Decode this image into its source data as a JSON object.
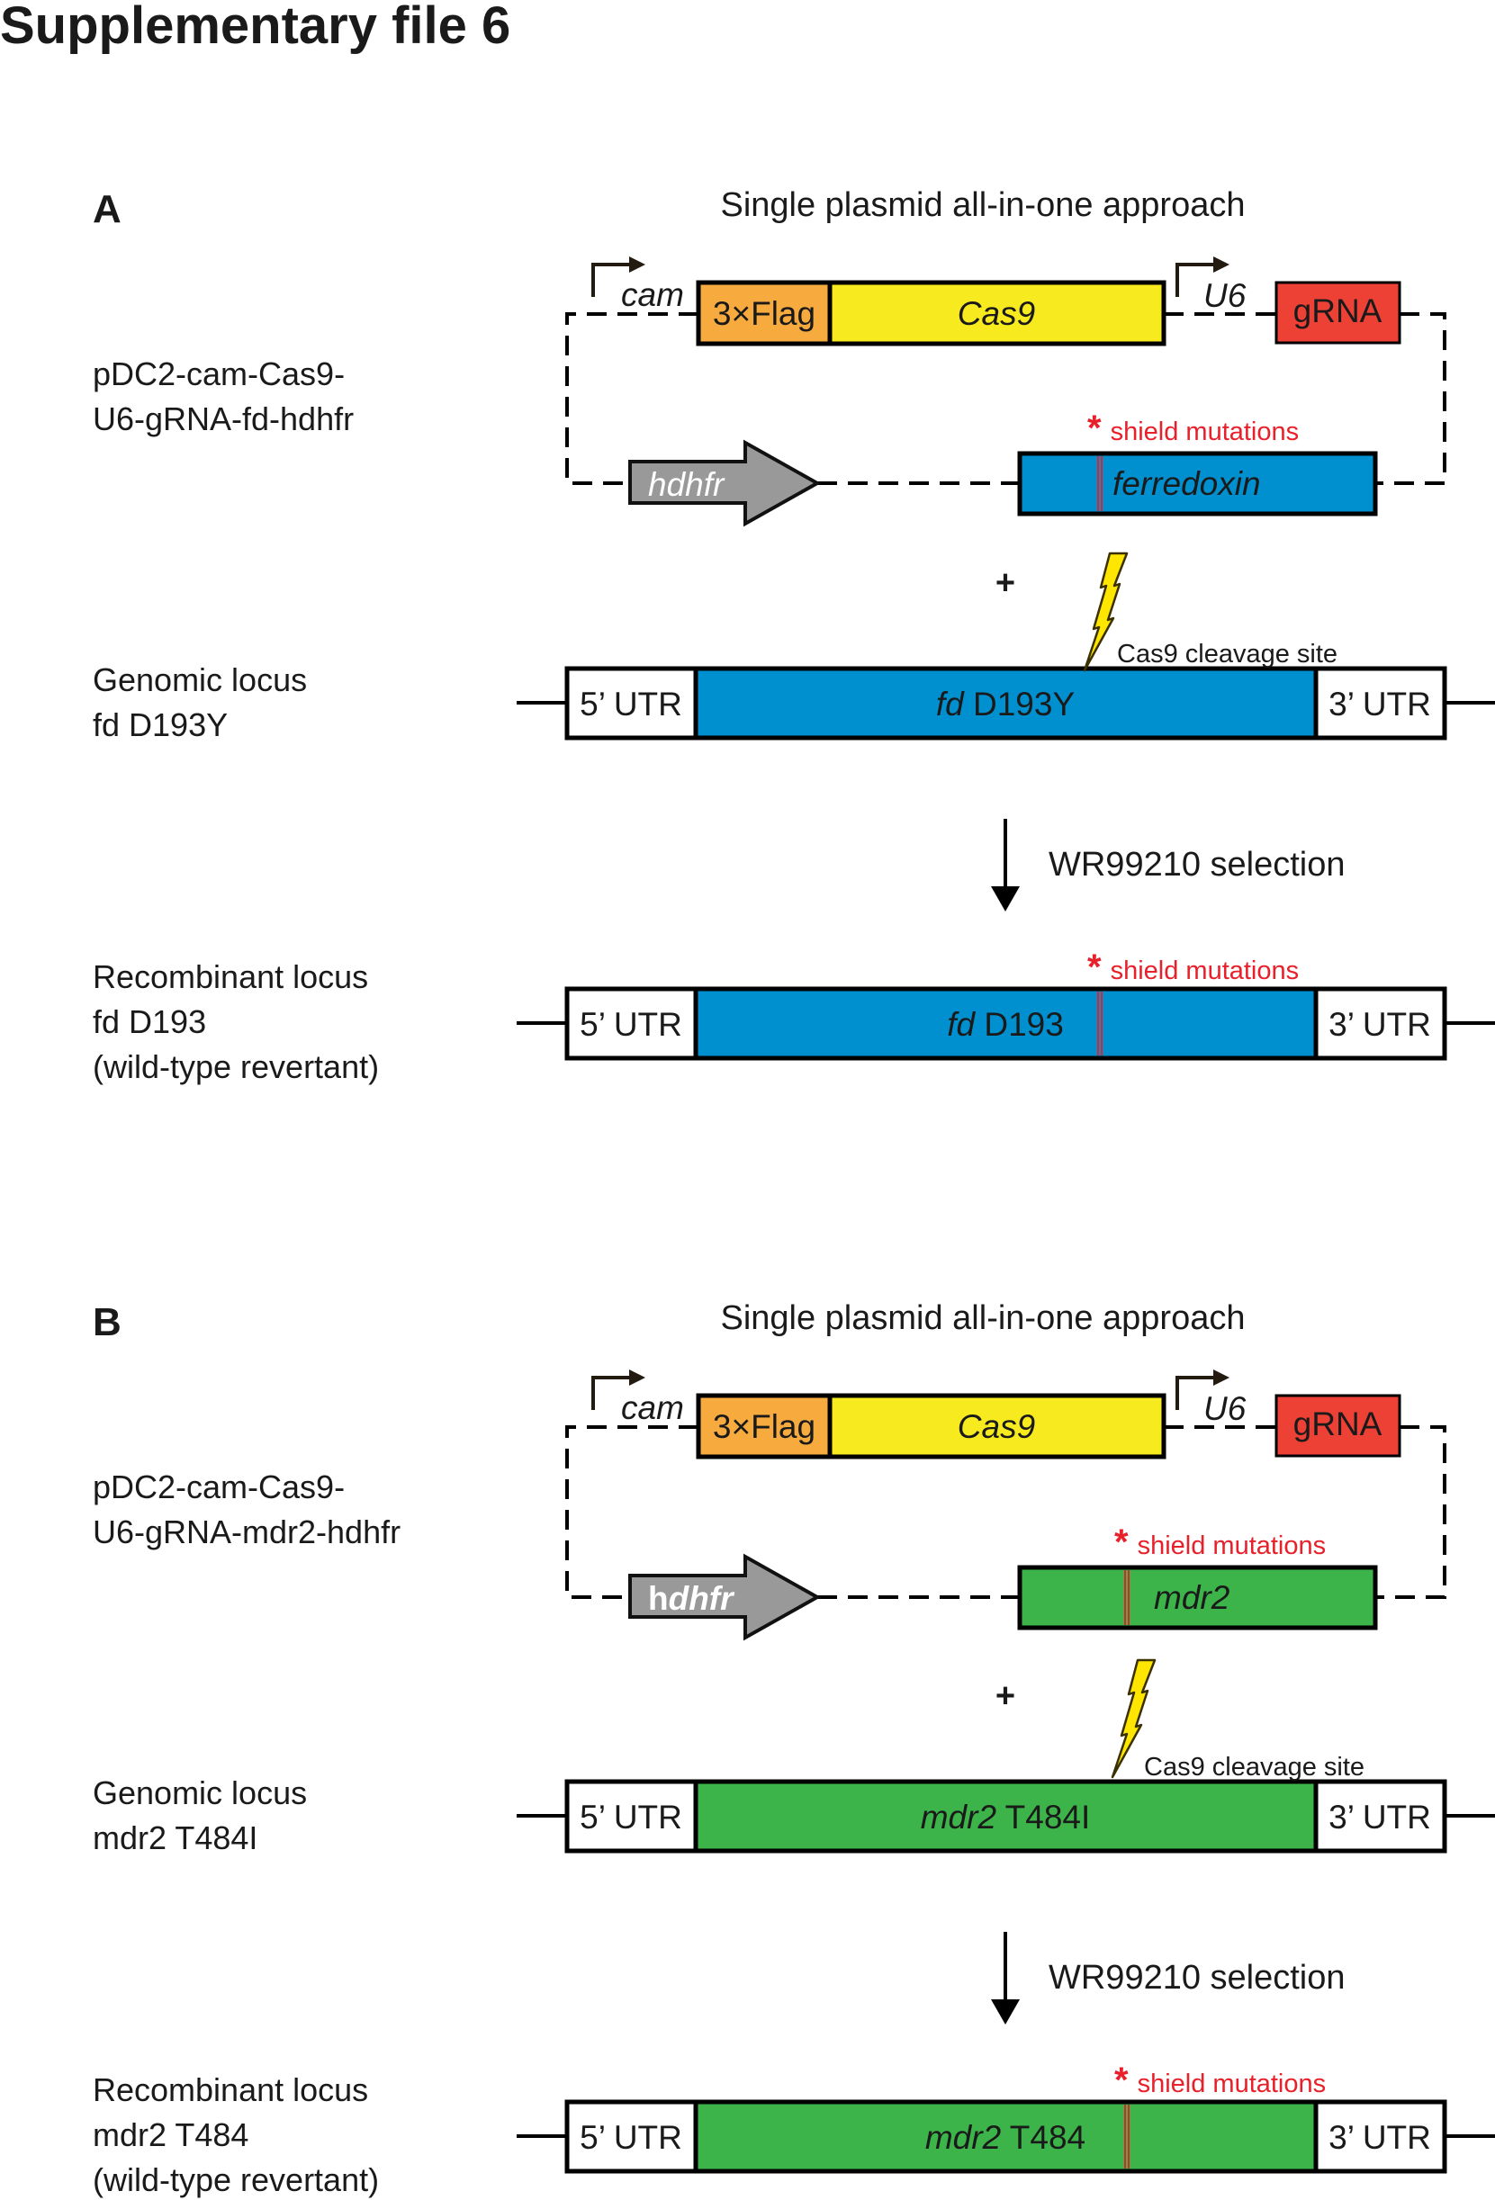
{
  "title": "Supplementary file 6",
  "panels": [
    {
      "label": "A",
      "heading": "Single plasmid all-in-one approach",
      "plasmid_label": [
        "pDC2-cam-Cas9-",
        "U6-gRNA-fd-hdhfr"
      ],
      "plasmid": {
        "cam_promoter": "cam",
        "flag": "3×Flag",
        "cas9": "Cas9",
        "u6_promoter": "U6",
        "grna": "gRNA",
        "marker_h": "",
        "marker_rest": "hdhfr",
        "donor": "ferredoxin",
        "shield_note": "shield mutations"
      },
      "plus": "+",
      "genomic_label": [
        "Genomic locus",
        "fd D193Y"
      ],
      "genomic": {
        "utr5": "5’ UTR",
        "gene_italic": "fd",
        "gene_allele": " D193Y",
        "utr3": "3’ UTR",
        "cleavage_note": "Cas9 cleavage site"
      },
      "selection": "WR99210 selection",
      "recombinant_label": [
        "Recombinant locus",
        "fd D193",
        "(wild-type revertant)"
      ],
      "recombinant": {
        "utr5": "5’ UTR",
        "gene_italic": "fd",
        "gene_allele": " D193",
        "utr3": "3’ UTR",
        "shield_note": "shield mutations"
      },
      "gene_color": "#0090d0"
    },
    {
      "label": "B",
      "heading": "Single plasmid all-in-one approach",
      "plasmid_label": [
        "pDC2-cam-Cas9-",
        "U6-gRNA-mdr2-hdhfr"
      ],
      "plasmid": {
        "cam_promoter": "cam",
        "flag": "3×Flag",
        "cas9": "Cas9",
        "u6_promoter": "U6",
        "grna": "gRNA",
        "marker_h": "h",
        "marker_rest": "dhfr",
        "donor": "mdr2",
        "shield_note": "shield mutations"
      },
      "plus": "+",
      "genomic_label": [
        "Genomic locus",
        "mdr2 T484I"
      ],
      "genomic": {
        "utr5": "5’ UTR",
        "gene_italic": "mdr2",
        "gene_allele": " T484I",
        "utr3": "3’ UTR",
        "cleavage_note": "Cas9 cleavage site"
      },
      "selection": "WR99210 selection",
      "recombinant_label": [
        "Recombinant locus",
        "mdr2 T484",
        "(wild-type revertant)"
      ],
      "recombinant": {
        "utr5": "5’ UTR",
        "gene_italic": "mdr2",
        "gene_allele": " T484",
        "utr3": "3’ UTR",
        "shield_note": "shield mutations"
      },
      "gene_color": "#3cb44a"
    }
  ],
  "colors": {
    "flag": "#f7ab3f",
    "cas9": "#f7ea1e",
    "grna": "#ee4136",
    "marker": "#999999",
    "shield": "#e8202a",
    "bolt": "#ffe600"
  }
}
